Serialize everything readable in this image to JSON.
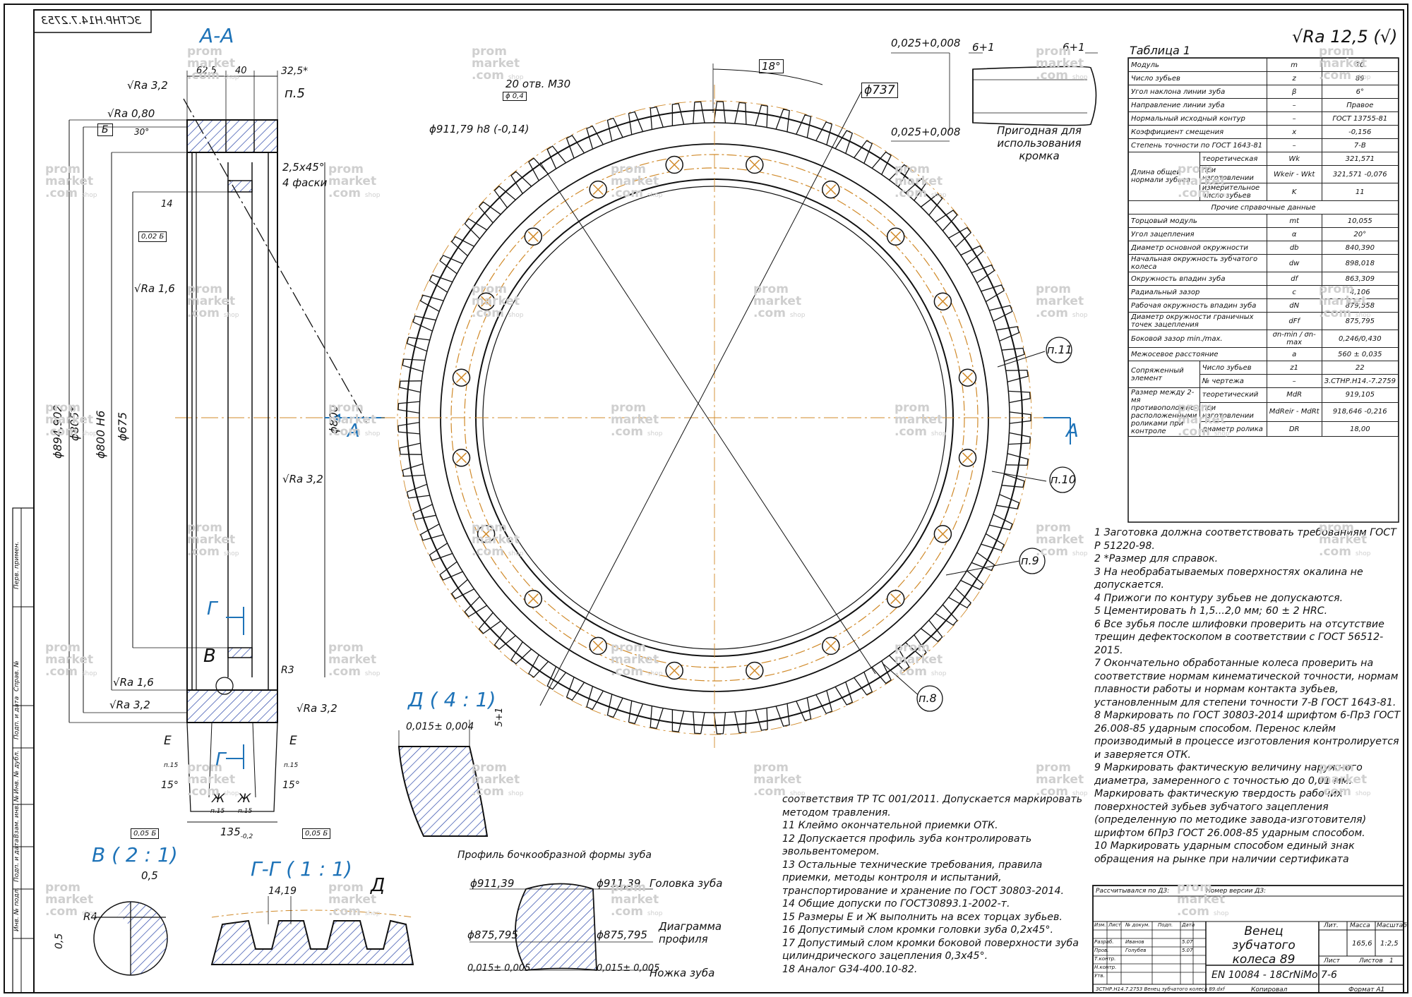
{
  "stamp_code": "ЗСТНР.Н14.7.2753",
  "roughness": "Ra 12,5",
  "views": {
    "section_aa": "А-А",
    "detail_d": "Д ( 4 : 1)",
    "detail_v": "В ( 2 : 1)",
    "section_gg": "Г-Г ( 1 : 1)",
    "label_a": "А",
    "label_g": "Г",
    "label_v": "В",
    "label_d": "Д",
    "label_b": "Б",
    "label_e": "Е",
    "label_zh": "Ж"
  },
  "section_dims": {
    "d62": "62,5",
    "d40": "40",
    "d32": "32,5*",
    "p5": "п.5",
    "ra32a": "Ra 3,2",
    "ra080": "Ra 0,80",
    "ra16a": "Ra 1,6",
    "ra16b": "Ra 1,6",
    "ra32b": "Ra 3,2",
    "ra32c": "Ra 3,2",
    "ra32d": "Ra 3,2",
    "chamfer": "2,5х45°",
    "chamfer_note": "4 фаски",
    "d14": "14",
    "tol1": "0,02 Б",
    "d894": "ϕ894,902",
    "d805": "ϕ805*",
    "d800h6": "ϕ800 H6",
    "d675": "ϕ675",
    "d800": "ϕ800",
    "r3": "R3",
    "angle30": "30°",
    "angle15a": "15°",
    "angle15b": "15°",
    "w135": "135",
    "w135tol": "-0,2",
    "tol2": "0,05 Б",
    "tol3": "0,05 Б",
    "p15": "п.15"
  },
  "wheel_dims": {
    "holes": "20 отв. М30",
    "holes_tol": "ϕ 0,4",
    "d91179": "ϕ911,79 h8 (-0,14)",
    "angle18": "18°",
    "d737": "ϕ737",
    "p11": "п.11",
    "p10": "п.10",
    "p9": "п.9",
    "p8": "п.8"
  },
  "tooth_top": {
    "t1": "0,025+0,008",
    "t2": "0,025+0,008",
    "w6a": "6+1",
    "w6b": "6+1",
    "note": "Пригодная для использования кромка"
  },
  "detail_d": {
    "tol": "0,015± 0,004",
    "w5": "5+1"
  },
  "detail_v": {
    "w05a": "0,5",
    "w05b": "0,5",
    "r4": "R4"
  },
  "section_gg": {
    "w1419": "14,19"
  },
  "profile": {
    "title": "Профиль бочкообразной формы зуба",
    "d91139a": "ϕ911,39",
    "d91139b": "ϕ911,39",
    "d875a": "ϕ875,795",
    "d875b": "ϕ875,795",
    "tol_a": "0,015± 0,005",
    "tol_b": "0,015± 0,005",
    "head": "Головка зуба",
    "diagram": "Диаграмма профиля",
    "foot": "Ножка зуба"
  },
  "table": {
    "title": "Таблица 1",
    "rows": [
      [
        "Модуль",
        "m",
        "10"
      ],
      [
        "Число зубьев",
        "z",
        "89"
      ],
      [
        "Угол наклона линии зуба",
        "β",
        "6°"
      ],
      [
        "Направление линии зуба",
        "–",
        "Правое"
      ],
      [
        "Нормальный исходный контур",
        "–",
        "ГОСТ 13755-81"
      ],
      [
        "Коэффициент смещения",
        "x",
        "-0,156"
      ],
      [
        "Степень точности по ГОСТ 1643-81",
        "–",
        "7-B"
      ]
    ],
    "wk_group": "Длина общей нормали зубьев",
    "wk_rows": [
      [
        "теоретическая",
        "Wk",
        "321,571"
      ],
      [
        "при изготовлении",
        "Wkeir - Wkt",
        "321,571 -0,076"
      ],
      [
        "измерительное число зубьев",
        "K",
        "11"
      ]
    ],
    "other_header": "Прочие справочные данные",
    "rows2": [
      [
        "Торцовый модуль",
        "mt",
        "10,055"
      ],
      [
        "Угол зацепления",
        "α",
        "20°"
      ],
      [
        "Диаметр основной окружности",
        "db",
        "840,390"
      ],
      [
        "Начальная окружность зубчатого колеса",
        "dw",
        "898,018"
      ],
      [
        "Окружность впадин зуба",
        "df",
        "863,309"
      ],
      [
        "Радиальный зазор",
        "c",
        "4,106"
      ],
      [
        "Рабочая окружность впадин зуба",
        "dN",
        "879,558"
      ],
      [
        "Диаметр окружности граничных точек зацепления",
        "dFf",
        "875,795"
      ],
      [
        "Боковой зазор min./max.",
        "σn-min / σn-max",
        "0,246/0,430"
      ],
      [
        "Межосевое расстояние",
        "a",
        "560 ± 0,035"
      ]
    ],
    "mate_group": "Сопряженный элемент",
    "mate_rows": [
      [
        "Число зубьев",
        "z1",
        "22"
      ],
      [
        "№ чертежа",
        "–",
        "З.СТНР.Н14.-7.2759"
      ]
    ],
    "roll_group": "Размер между 2-мя противоположно- расположенными роликами при контроле",
    "roll_rows": [
      [
        "теоретический",
        "MdR",
        "919,105"
      ],
      [
        "при изготовлении",
        "MdReir - MdRt",
        "918,646 -0,216"
      ],
      [
        "диаметр ролика",
        "DR",
        "18,00"
      ]
    ]
  },
  "notes": [
    "1   Заготовка должна соответствовать требованиям ГОСТ Р 51220-98.",
    "2   *Размер для справок.",
    "3   На необрабатываемых поверхностях окалина не допускается.",
    "4   Прижоги по контуру зубьев не допускаются.",
    "5   Цементировать h 1,5...2,0 мм; 60 ± 2 HRC.",
    "6   Все зубья после шлифовки проверить на отсутствие трещин дефектоскопом в соответствии с ГОСТ 56512-2015.",
    "7   Окончательно обработанные колеса проверить на соответствие нормам кинематической точности, нормам плавности работы и нормам контакта зубьев, установленным для степени точности 7-B ГОСТ 1643-81.",
    "8   Маркировать по ГОСТ 30803-2014 шрифтом 6-Пр3 ГОСТ 26.008-85 ударным способом. Перенос клейм производимый в процессе изготовления контролируется и заверяется ОТК.",
    "9   Маркировать фактическую величину наружного диаметра, замеренного с точностью до 0,01 мм. Маркировать фактическую твердость рабочих поверхностей зубьев зубчатого зацепления (определенную по методике завода-изготовителя) шрифтом 6Пр3 ГОСТ 26.008-85 ударным способом.",
    "10  Маркировать ударным способом единый знак обращения на рынке при наличии сертификата"
  ],
  "notes2": [
    "соответствия ТР ТС 001/2011. Допускается маркировать методом травления.",
    "11  Клеймо окончательной приемки ОТК.",
    "12  Допускается профиль зуба контролировать эвольвентомером.",
    "13  Остальные технические требования, правила приемки, методы контроля и испытаний, транспортирование и хранение по ГОСТ 30803-2014.",
    "14  Общие допуски по ГОСТ30893.1-2002-т.",
    "15  Размеры Е и Ж выполнить на всех торцах зубьев.",
    "16  Допустимый слом кромки головки зуба 0,2х45°.",
    "17  Допустимый слом кромки боковой поверхности зуба цилиндрического зацепления 0,3х45°.",
    "18  Аналог G34-400.10-82."
  ],
  "title_block": {
    "calc": "Рассчитывался по ДЗ:",
    "version": "Номер версии ДЗ:",
    "name": "Венец зубчатого колеса 89",
    "material": "EN 10084 - 18CrNiMo 7-6",
    "lit": "Лит.",
    "mass_h": "Масса",
    "scale_h": "Масштаб",
    "mass": "165,6",
    "scale": "1:2,5",
    "sheet": "Лист",
    "sheets": "Листов",
    "sheets_n": "1",
    "copied": "Копировал",
    "format": "Формат А1",
    "footer": "ЗСТНР.Н14.7.2753 Венец зубчатого колеса 89.dxf",
    "r1": "Изм.",
    "r2": "Лист",
    "r3": "№ докум.",
    "r4": "Подп.",
    "r5": "Дата",
    "dev": "Разраб.",
    "chk": "Пров.",
    "tcon": "Т.контр.",
    "ncon": "Н.контр.",
    "appr": "Утв.",
    "dev_name": "Иванов",
    "chk_name": "Голубев",
    "date1": "5.07",
    "date2": "5.07"
  },
  "side_stamps": [
    "Перв. примен.",
    "Справ. №",
    "Подп. и дата",
    "Инв. № дубл.",
    "Взам. инв. №",
    "Подп. и дата",
    "Инв. № подл."
  ],
  "watermark": {
    "brand_a": "prom",
    "brand_b": "market",
    "brand_c": ".com",
    "shop": "shop"
  }
}
